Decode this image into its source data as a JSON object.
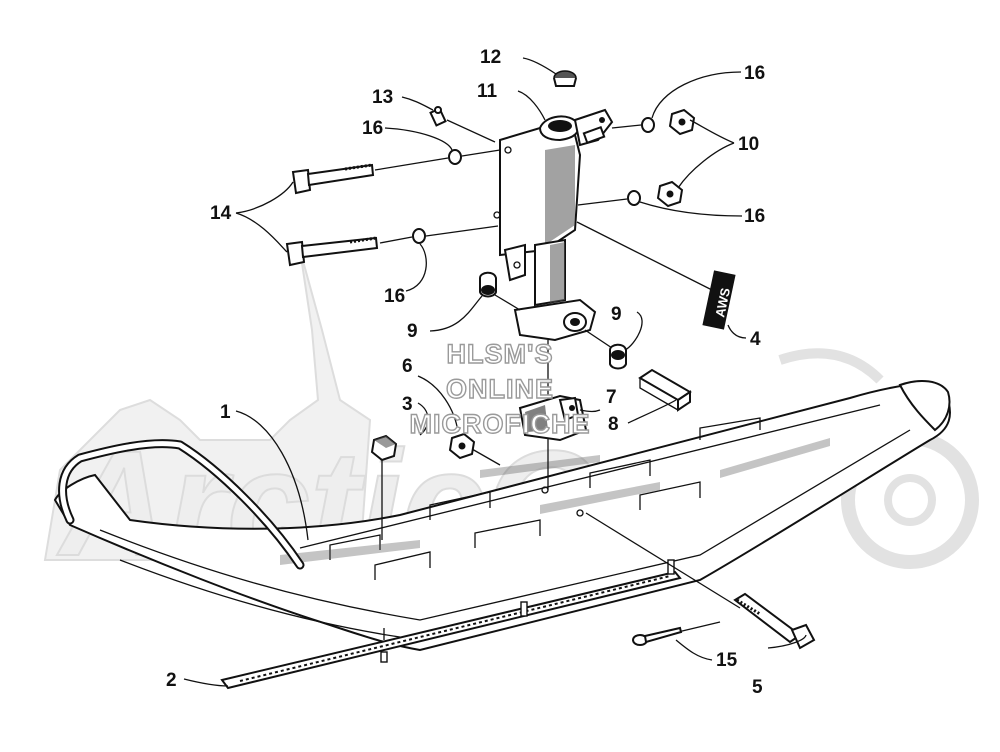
{
  "diagram": {
    "watermark": {
      "lines": [
        "HLSM'S",
        "ONLINE",
        "MICROFICHE"
      ]
    },
    "decal_text": "AWS",
    "callouts": [
      {
        "id": "c1",
        "text": "1"
      },
      {
        "id": "c2",
        "text": "2"
      },
      {
        "id": "c3",
        "text": "3"
      },
      {
        "id": "c4",
        "text": "4"
      },
      {
        "id": "c5",
        "text": "5"
      },
      {
        "id": "c6",
        "text": "6"
      },
      {
        "id": "c7",
        "text": "7"
      },
      {
        "id": "c8",
        "text": "8"
      },
      {
        "id": "c9a",
        "text": "9"
      },
      {
        "id": "c9b",
        "text": "9"
      },
      {
        "id": "c10",
        "text": "10"
      },
      {
        "id": "c11",
        "text": "11"
      },
      {
        "id": "c12",
        "text": "12"
      },
      {
        "id": "c13",
        "text": "13"
      },
      {
        "id": "c14",
        "text": "14"
      },
      {
        "id": "c15",
        "text": "15"
      },
      {
        "id": "c16a",
        "text": "16"
      },
      {
        "id": "c16b",
        "text": "16"
      },
      {
        "id": "c16c",
        "text": "16"
      },
      {
        "id": "c16d",
        "text": "16"
      }
    ]
  }
}
